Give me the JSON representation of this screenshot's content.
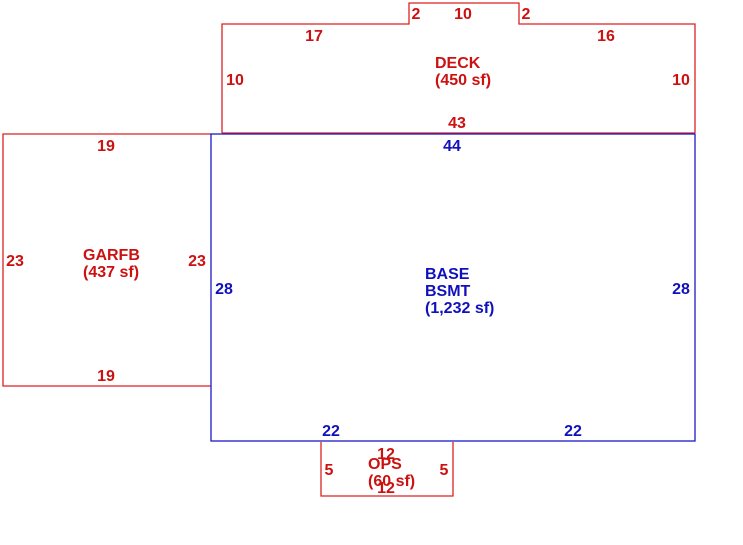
{
  "colors": {
    "red": "#dd2222",
    "blue": "#1a1ac8",
    "background": "#ffffff"
  },
  "deck": {
    "name": "DECK",
    "area": "(450 sf)",
    "dims": {
      "top_left": "17",
      "step_left": "2",
      "bump_top": "10",
      "step_right": "2",
      "top_right": "16",
      "left": "10",
      "right": "10",
      "bottom": "43"
    }
  },
  "garfb": {
    "name": "GARFB",
    "area": "(437 sf)",
    "dims": {
      "top": "19",
      "bottom": "19",
      "left": "23",
      "right": "23"
    }
  },
  "base": {
    "name_line1": "BASE",
    "name_line2": "BSMT",
    "area": "(1,232 sf)",
    "dims": {
      "top": "44",
      "left": "28",
      "right": "28",
      "bottom_left": "22",
      "bottom_right": "22"
    }
  },
  "ops": {
    "name": "OPS",
    "area": "(60 sf)",
    "dims": {
      "top": "12",
      "bottom": "12",
      "left": "5",
      "right": "5"
    }
  }
}
